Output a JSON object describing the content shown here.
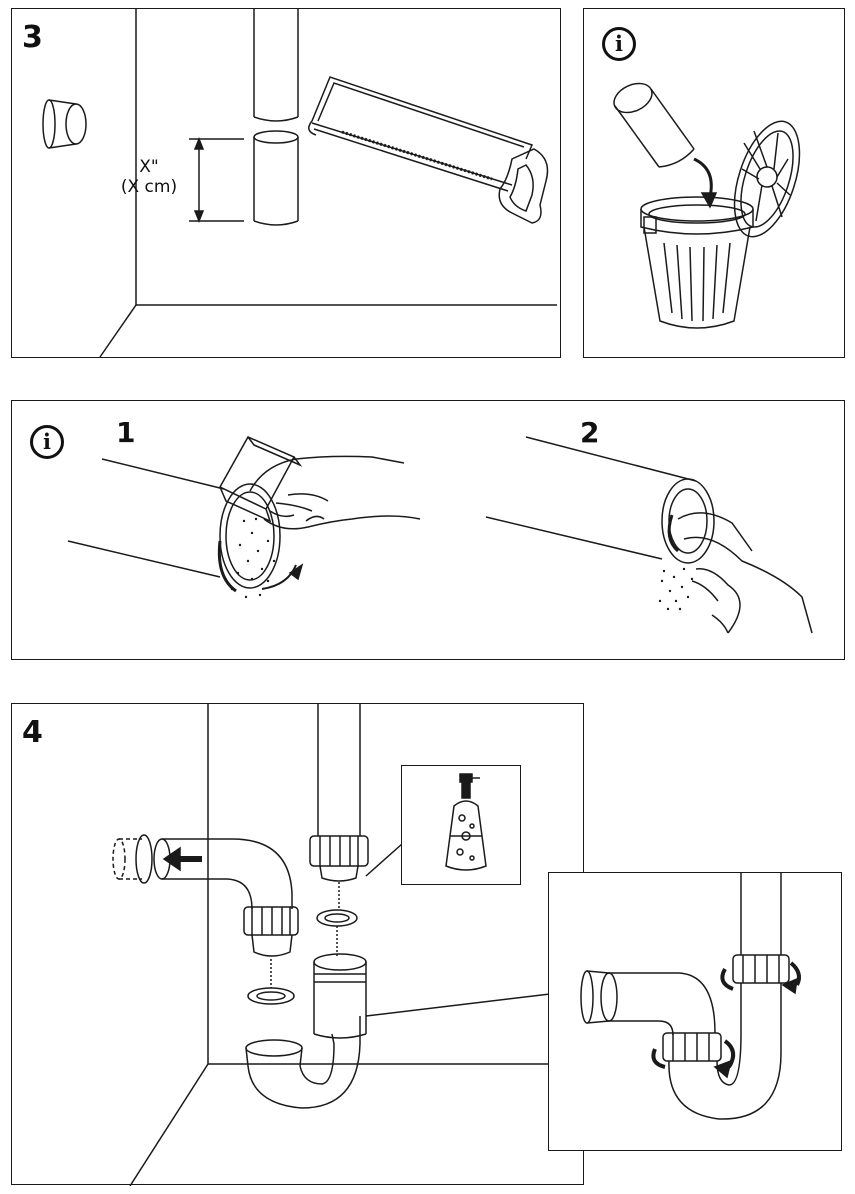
{
  "steps": {
    "step3": "3",
    "step4": "4"
  },
  "measure": {
    "inches": "X\"",
    "cm": "(X cm)"
  },
  "substeps": {
    "one": "1",
    "two": "2"
  },
  "icons": {
    "info": "i",
    "info_icon": "info-circle-icon",
    "soap_icon": "soap-bottle-icon",
    "trash_icon": "trash-bin-icon",
    "saw_icon": "hacksaw-icon"
  },
  "colors": {
    "line": "#1a1a1a",
    "fill": "#ffffff"
  }
}
